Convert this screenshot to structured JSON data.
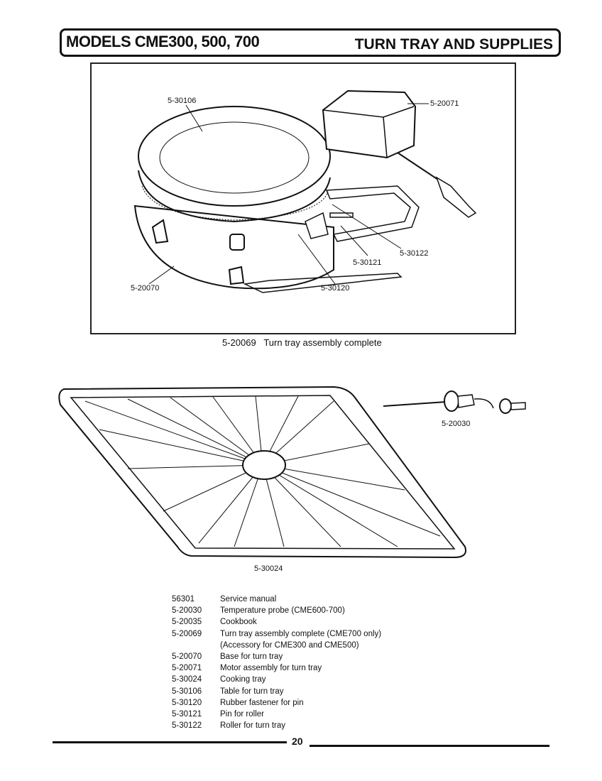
{
  "header": {
    "left_title": "MODELS CME300, 500, 700",
    "right_title": "TURN TRAY AND SUPPLIES"
  },
  "figure1": {
    "callouts": [
      "5-30106",
      "5-20071",
      "5-30122",
      "5-30121",
      "5-20070",
      "5-30120"
    ],
    "caption_number": "5-20069",
    "caption_text": "Turn tray assembly complete"
  },
  "figure2": {
    "tray_label": "5-30024",
    "probe_label": "5-20030"
  },
  "parts_list": [
    {
      "number": "56301",
      "description": "Service manual"
    },
    {
      "number": "5-20030",
      "description": "Temperature probe (CME600-700)"
    },
    {
      "number": "5-20035",
      "description": "Cookbook"
    },
    {
      "number": "5-20069",
      "description": "Turn tray assembly complete (CME700 only)"
    },
    {
      "number": "",
      "description": "(Accessory for CME300 and CME500)"
    },
    {
      "number": "5-20070",
      "description": "Base for turn tray"
    },
    {
      "number": "5-20071",
      "description": "Motor assembly for turn tray"
    },
    {
      "number": "5-30024",
      "description": "Cooking tray"
    },
    {
      "number": "5-30106",
      "description": "Table for turn tray"
    },
    {
      "number": "5-30120",
      "description": "Rubber fastener for pin"
    },
    {
      "number": "5-30121",
      "description": "Pin for roller"
    },
    {
      "number": "5-30122",
      "description": "Roller for turn tray"
    }
  ],
  "footer": {
    "page_number": "20"
  }
}
